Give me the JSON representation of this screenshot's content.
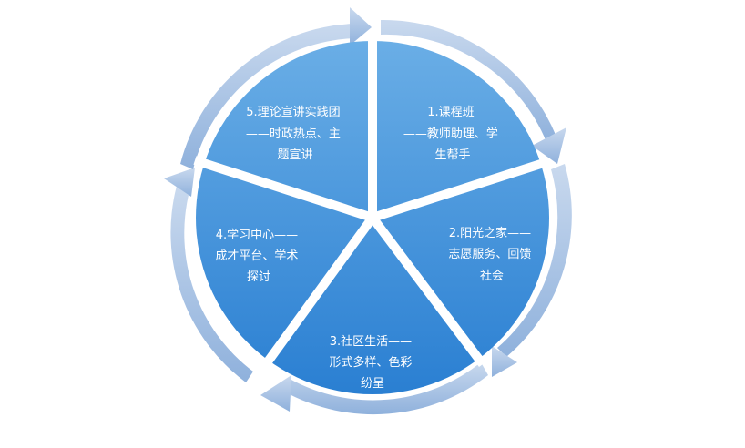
{
  "diagram": {
    "type": "segmented-cycle",
    "colors": {
      "segment_light": "#6aaee6",
      "segment_dark": "#2a7fd2",
      "arrow_light": "#c9d9ee",
      "arrow_dark": "#8fb1dc",
      "separator": "#ffffff",
      "text": "#ffffff"
    },
    "segments": [
      {
        "id": "1",
        "lines": [
          "1.课程班",
          "——教师助理、学",
          "生帮手"
        ]
      },
      {
        "id": "2",
        "lines": [
          "2.阳光之家——",
          "志愿服务、回馈",
          "社会"
        ]
      },
      {
        "id": "3",
        "lines": [
          "3.社区生活——",
          "形式多样、色彩",
          "纷呈"
        ]
      },
      {
        "id": "4",
        "lines": [
          "4.学习中心——",
          "成才平台、学术",
          "探讨"
        ]
      },
      {
        "id": "5",
        "lines": [
          "5.理论宣讲实践团",
          "——时政热点、主",
          "题宣讲"
        ]
      }
    ]
  }
}
